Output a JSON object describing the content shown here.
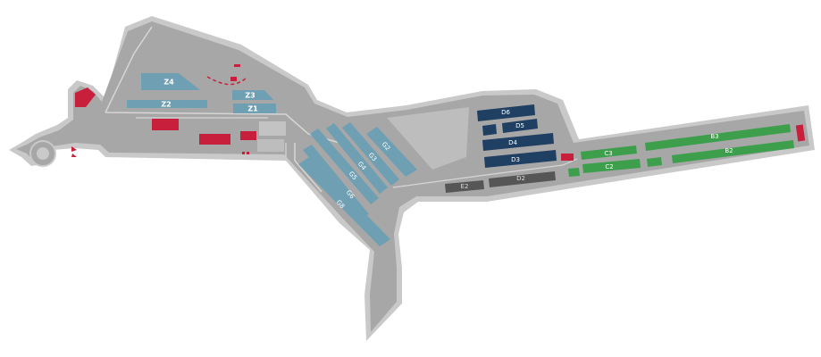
{
  "map": {
    "colors": {
      "background": "#ffffff",
      "site": "#a7a7a7",
      "site_edge": "#c9c9c9",
      "light_area": "#bdbdbd",
      "zone_blue": "#6f9fb3",
      "zone_navy": "#1f3f63",
      "zone_green": "#3d9f4c",
      "zone_red": "#c8203c",
      "zone_dark": "#565656"
    },
    "zones": {
      "z4": "Z4",
      "z3": "Z3",
      "z2": "Z2",
      "z1": "Z1",
      "g2": "G2",
      "g3": "G3",
      "g4": "G4",
      "g5": "G5",
      "g6": "G6",
      "g8": "G8",
      "d6": "D6",
      "d5": "D5",
      "d4": "D4",
      "d3": "D3",
      "d2": "D2",
      "e2": "E2",
      "c3": "C3",
      "c2": "C2",
      "b3": "B3",
      "b2": "B2"
    }
  }
}
